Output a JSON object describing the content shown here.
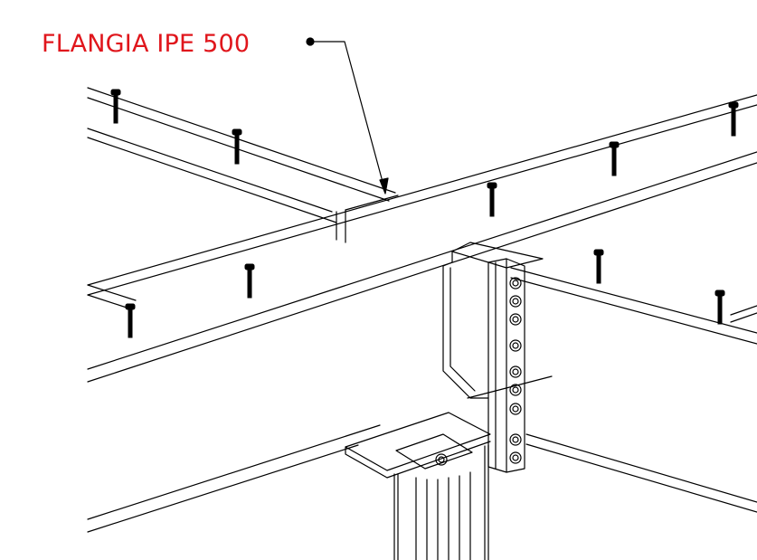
{
  "annotation": {
    "label": "FLANGIA IPE 500",
    "color": "#e0161c"
  },
  "drawing": {
    "line_color": "#000000",
    "background": "#ffffff",
    "parts": [
      "beam-ipe-main",
      "beam-ipe-secondary",
      "column",
      "base-plate",
      "end-plate",
      "bolts",
      "anchor-studs"
    ]
  }
}
